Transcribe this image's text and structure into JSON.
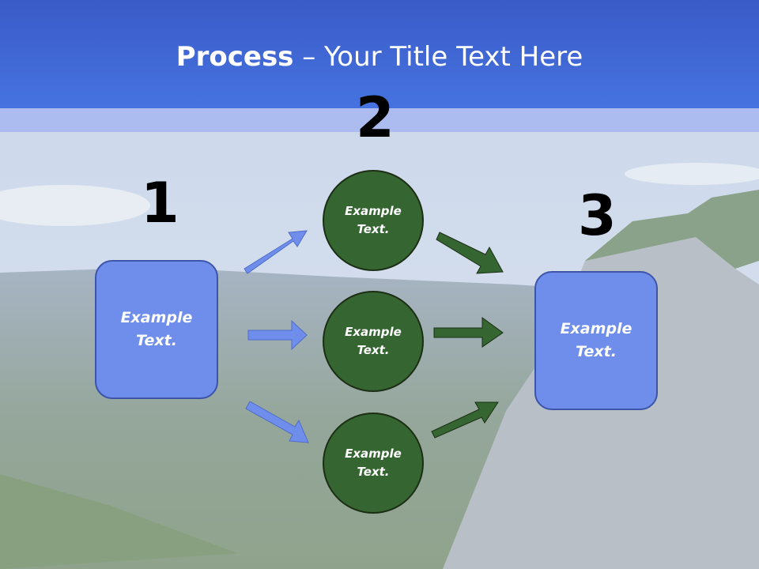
{
  "title": {
    "bold": "Process",
    "rest": " – Your Title Text Here"
  },
  "steps": {
    "one": "1",
    "two": "2",
    "three": "3"
  },
  "left_box": {
    "line1": "Example",
    "line2": "Text."
  },
  "right_box": {
    "line1": "Example",
    "line2": "Text."
  },
  "circles": [
    {
      "line1": "Example",
      "line2": "Text."
    },
    {
      "line1": "Example",
      "line2": "Text."
    },
    {
      "line1": "Example",
      "line2": "Text."
    }
  ],
  "colors": {
    "title_bar": "#4673e0",
    "box": "#6f8deb",
    "circle": "#356531",
    "arrow_blue": "#6f8deb",
    "arrow_green": "#356531"
  }
}
